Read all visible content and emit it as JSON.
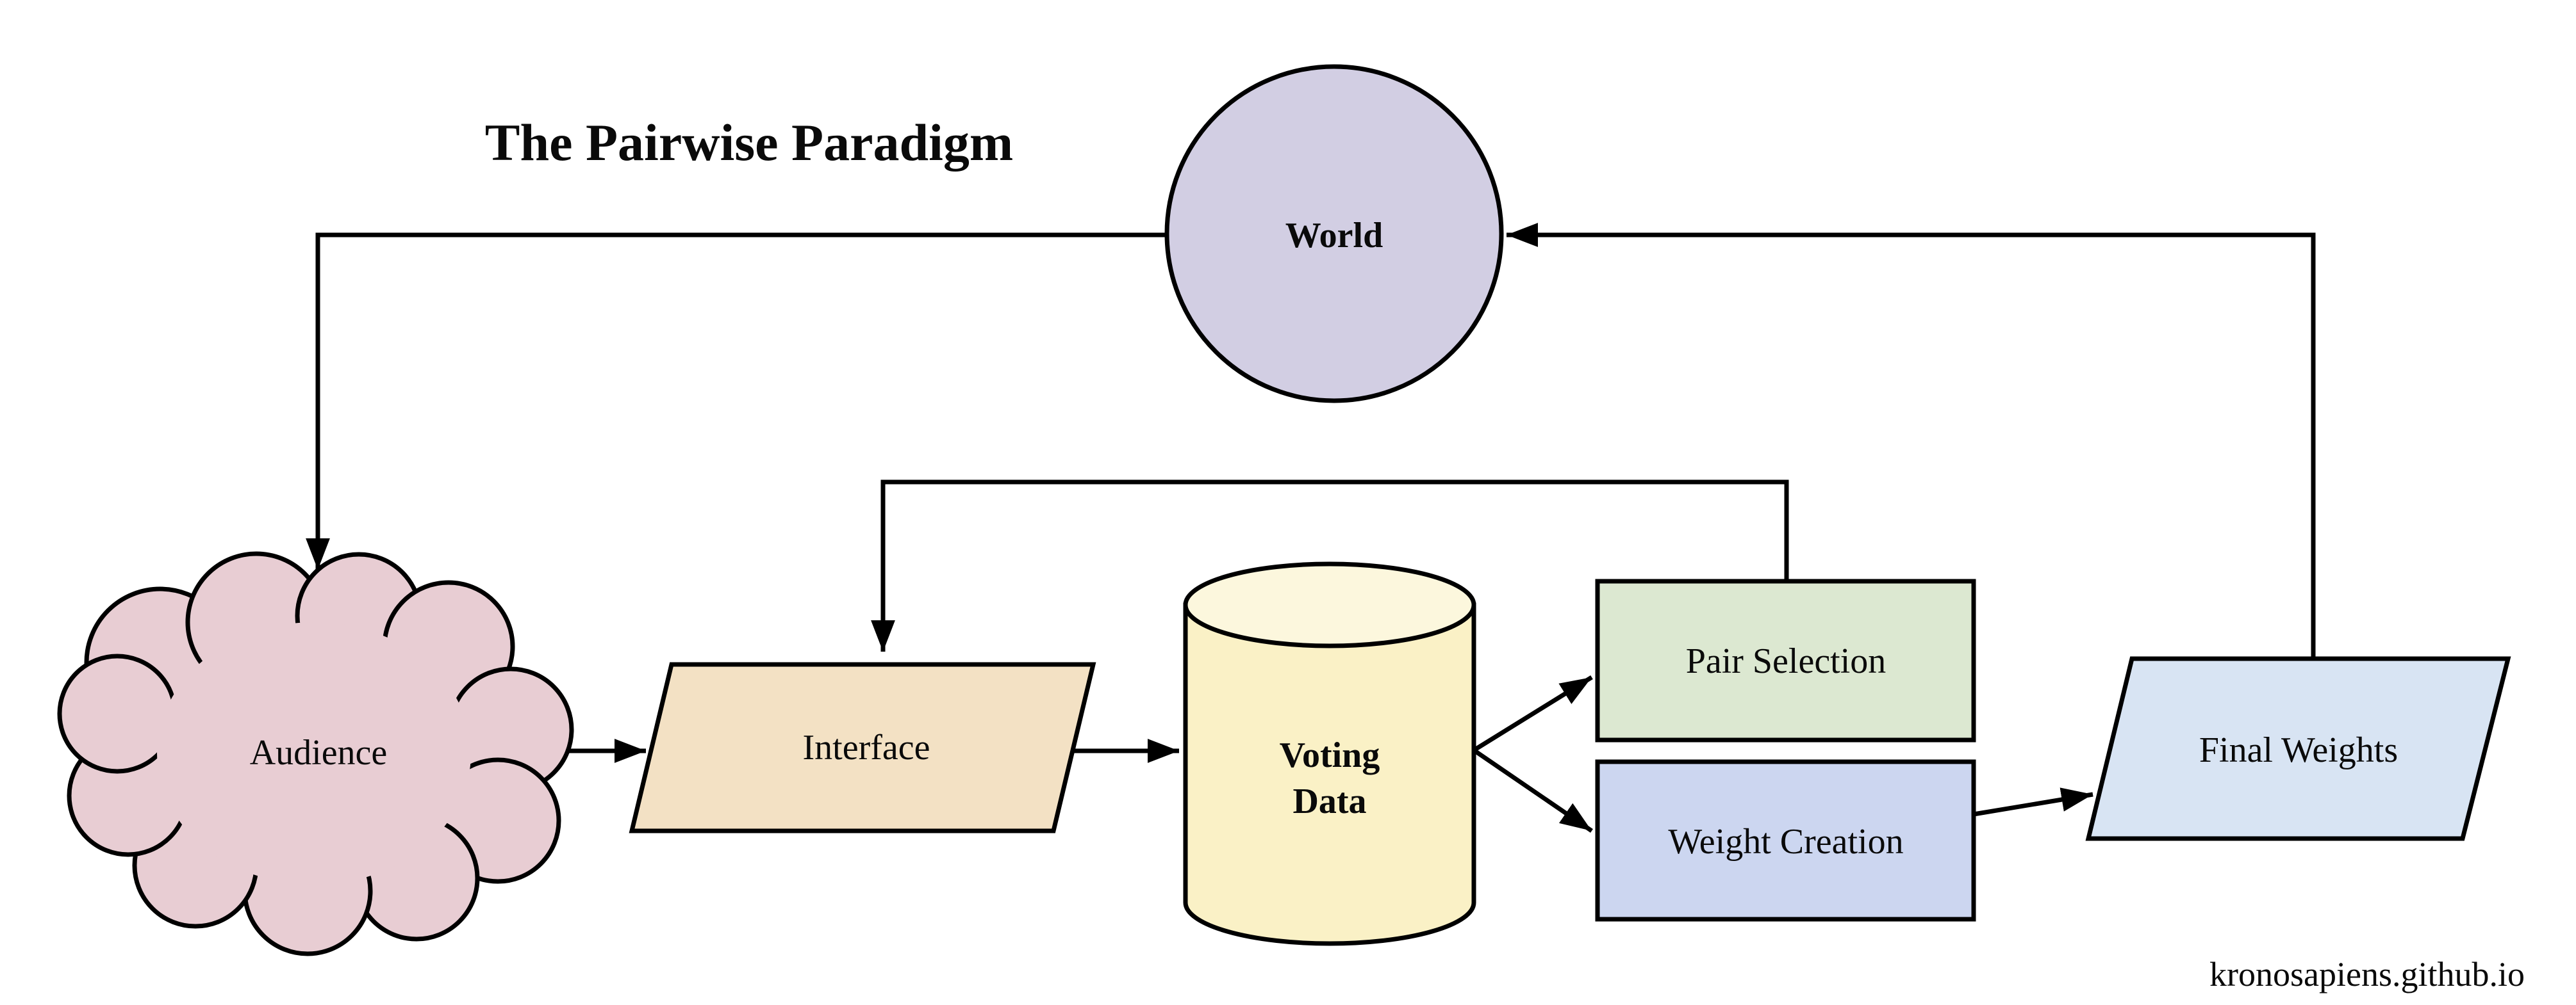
{
  "title": "The Pairwise Paradigm",
  "footer": "kronosapiens.github.io",
  "colors": {
    "world": "#d2cee3",
    "audience": "#e8cdd3",
    "interface": "#f3e1c4",
    "voting_body": "#faf1c6",
    "voting_top": "#fcf7dd",
    "pair_selection": "#dce8d1",
    "weight_creation": "#ccd6f0",
    "final_weights": "#d8e4f3",
    "stroke": "#000000"
  },
  "nodes": {
    "world": {
      "label": "World",
      "shape": "circle"
    },
    "audience": {
      "label": "Audience",
      "shape": "cloud"
    },
    "interface": {
      "label": "Interface",
      "shape": "parallelogram"
    },
    "voting_data": {
      "line1": "Voting",
      "line2": "Data",
      "shape": "cylinder"
    },
    "pair_selection": {
      "label": "Pair Selection",
      "shape": "rectangle"
    },
    "weight_creation": {
      "label": "Weight Creation",
      "shape": "rectangle"
    },
    "final_weights": {
      "label": "Final Weights",
      "shape": "parallelogram"
    }
  },
  "edges": [
    {
      "from": "world",
      "to": "audience"
    },
    {
      "from": "audience",
      "to": "interface"
    },
    {
      "from": "interface",
      "to": "voting_data"
    },
    {
      "from": "voting_data",
      "to": "pair_selection"
    },
    {
      "from": "voting_data",
      "to": "weight_creation"
    },
    {
      "from": "pair_selection",
      "to": "interface"
    },
    {
      "from": "weight_creation",
      "to": "final_weights"
    },
    {
      "from": "final_weights",
      "to": "world"
    }
  ]
}
